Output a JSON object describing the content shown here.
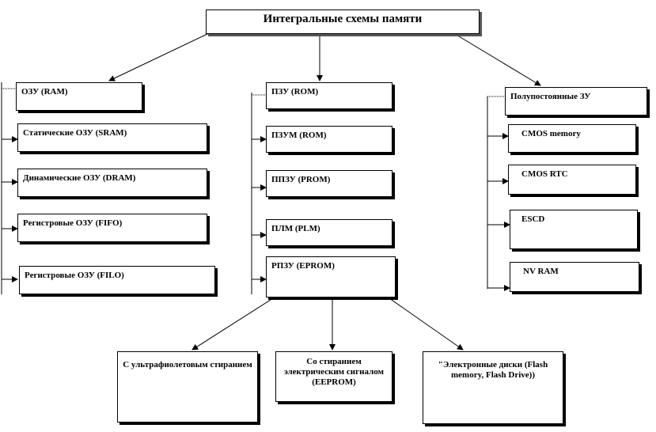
{
  "title": "Интегральные схемы памяти",
  "ram": {
    "head": "ОЗУ (RAM)",
    "items": [
      "Статические  ОЗУ (SRAM)",
      "Динамические  ОЗУ (DRAM)",
      "Регистровые  ОЗУ (FIFO)",
      "Регистровые  ОЗУ (FILO)"
    ]
  },
  "rom": {
    "head": "ПЗУ (ROM)",
    "items": [
      "ПЗУМ (ROM)",
      "ППЗУ  (PROM)",
      "ПЛМ (PLM)",
      "РПЗУ (EPROM)"
    ]
  },
  "nvram": {
    "head": "Полупостоянные  ЗУ",
    "items": [
      "CMOS memory",
      "CMOS RTC",
      "ESCD",
      "NV RAM"
    ]
  },
  "eprom_types": [
    "С ультрафиолетовым стиранием",
    "Со стиранием электрическим сигналом (EEPROM)",
    "\"Электронные  диски (Flash memory, Flash Drive))"
  ]
}
